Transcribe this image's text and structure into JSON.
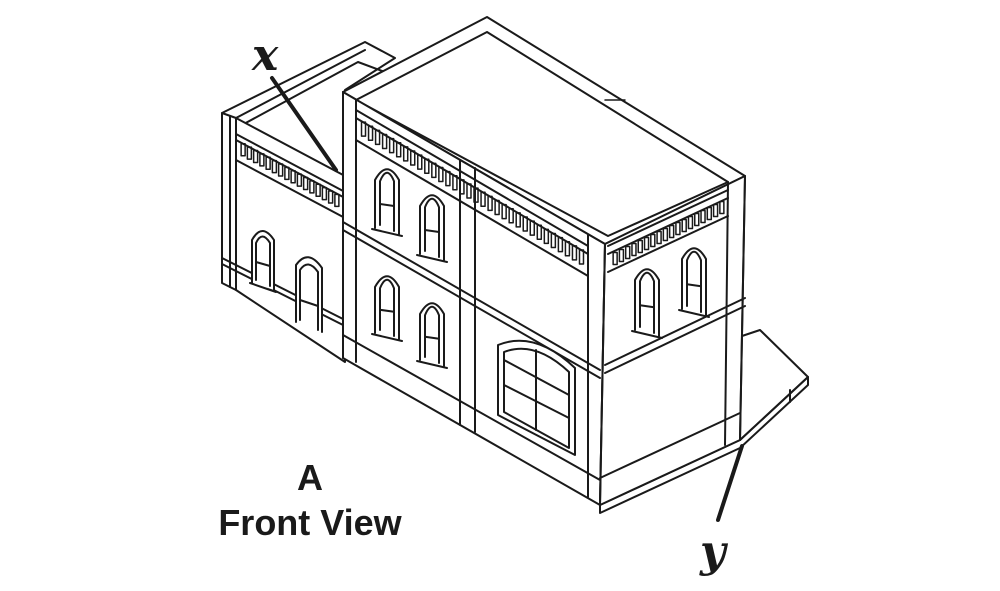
{
  "figure": {
    "view_letter": "A",
    "view_caption": "Front View",
    "callout_top": "x",
    "callout_bottom": "y"
  },
  "colors": {
    "ink": "#1a1a1a",
    "paper": "#ffffff"
  }
}
